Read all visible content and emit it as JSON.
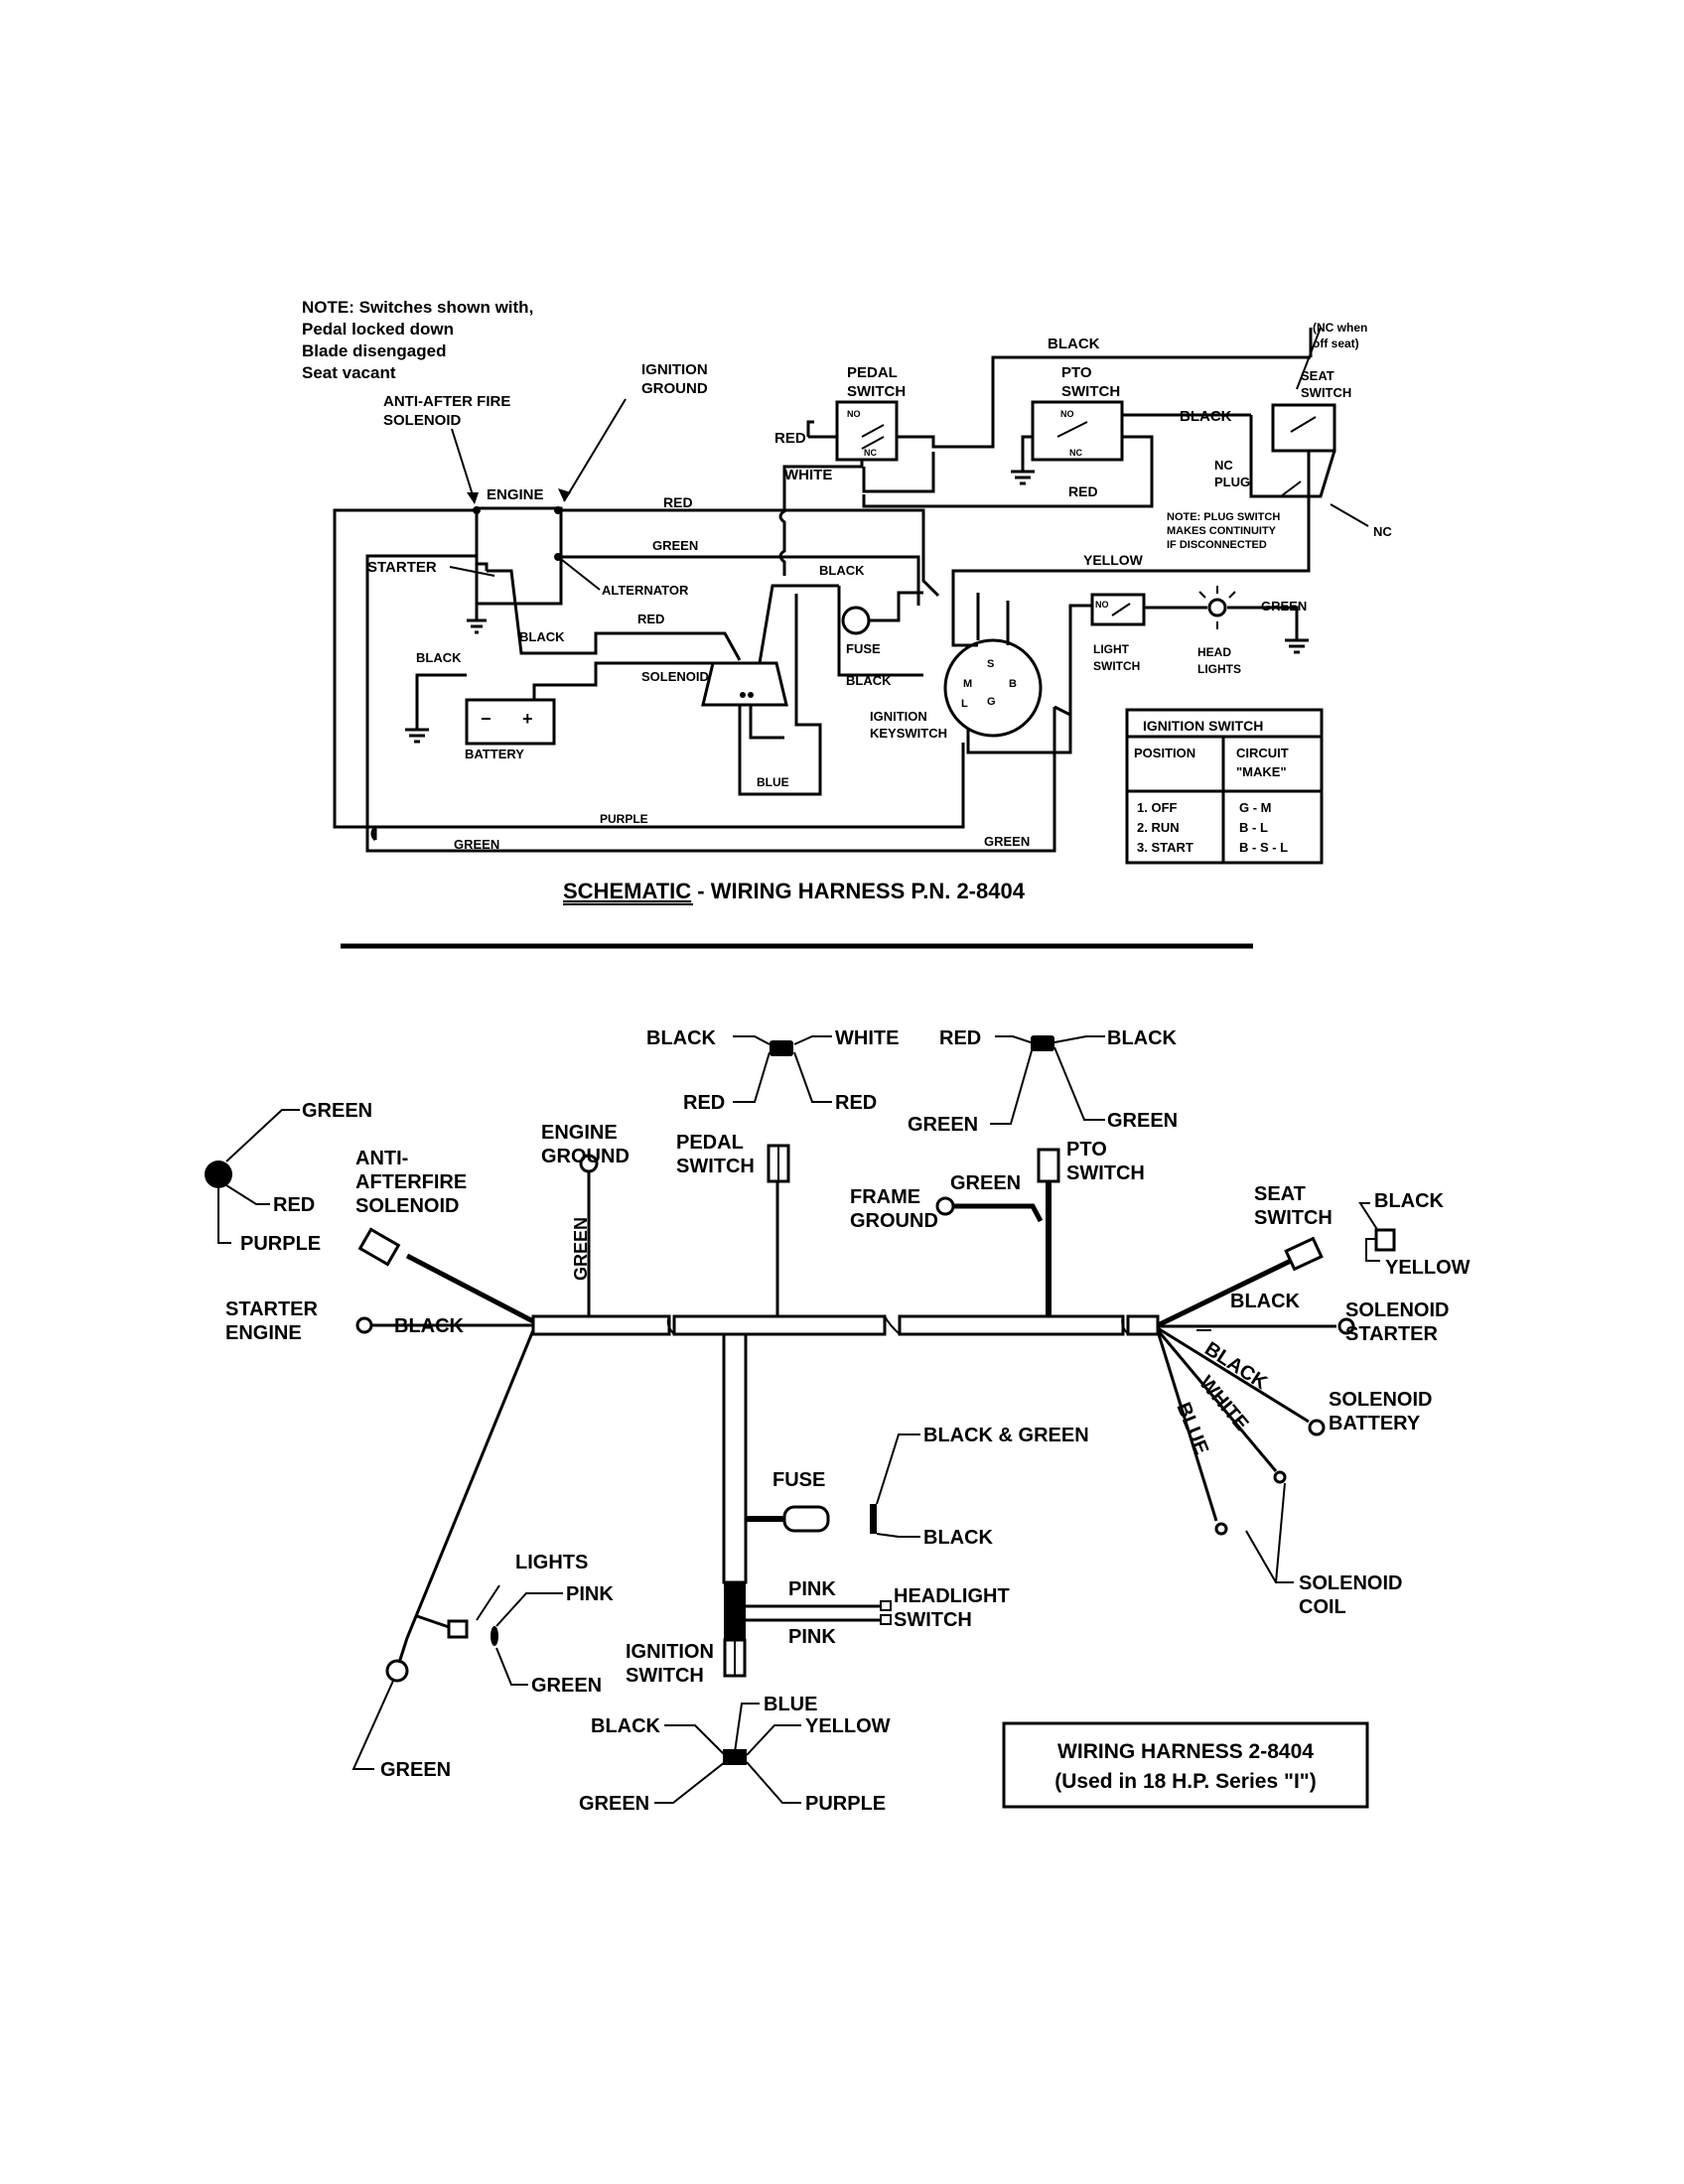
{
  "schematic": {
    "note": {
      "line1": "NOTE: Switches shown with,",
      "line2": "Pedal locked down",
      "line3": "Blade disengaged",
      "line4": "Seat vacant"
    },
    "labels": {
      "anti_after_fire_1": "ANTI-AFTER FIRE",
      "anti_after_fire_2": "SOLENOID",
      "ignition_ground_1": "IGNITION",
      "ignition_ground_2": "GROUND",
      "engine": "ENGINE",
      "starter": "STARTER",
      "alternator": "ALTERNATOR",
      "battery": "BATTERY",
      "battery_minus": "−",
      "battery_plus": "+",
      "solenoid": "SOLENOID",
      "fuse": "FUSE",
      "ignition_keyswitch_1": "IGNITION",
      "ignition_keyswitch_2": "KEYSWITCH",
      "pedal_switch_1": "PEDAL",
      "pedal_switch_2": "SWITCH",
      "pto_switch_1": "PTO",
      "pto_switch_2": "SWITCH",
      "seat_switch_1": "SEAT",
      "seat_switch_2": "SWITCH",
      "nc_when_1": "(NC when",
      "nc_when_2": "off seat)",
      "nc_plug_1": "NC",
      "nc_plug_2": "PLUG",
      "nc_side": "NC",
      "plug_note_1": "NOTE: PLUG SWITCH",
      "plug_note_2": "MAKES CONTINUITY",
      "plug_note_3": "IF DISCONNECTED",
      "light_switch_1": "LIGHT",
      "light_switch_2": "SWITCH",
      "head_lights_1": "HEAD",
      "head_lights_2": "LIGHTS",
      "no": "NO",
      "nc": "NC",
      "term_s": "S",
      "term_m": "M",
      "term_b": "B",
      "term_g": "G",
      "term_l": "L"
    },
    "wire_labels": {
      "black_top": "BLACK",
      "black_seat": "BLACK",
      "red_pedal": "RED",
      "white": "WHITE",
      "red_pto": "RED",
      "red_main": "RED",
      "green_main": "GREEN",
      "black_fuse": "BLACK",
      "yellow": "YELLOW",
      "black_starter": "BLACK",
      "red_solenoid": "RED",
      "black_battery": "BLACK",
      "black_key": "BLACK",
      "green_light": "GREEN",
      "blue": "BLUE",
      "purple": "PURPLE",
      "green_bottom": "GREEN",
      "green_right": "GREEN"
    },
    "ignition_table": {
      "title": "IGNITION SWITCH",
      "col_position": "POSITION",
      "col_circuit_1": "CIRCUIT",
      "col_circuit_2": "\"MAKE\"",
      "rows": [
        {
          "position": "1. OFF",
          "circuit": "G - M"
        },
        {
          "position": "2. RUN",
          "circuit": "B - L"
        },
        {
          "position": "3. START",
          "circuit": "B - S - L"
        }
      ]
    },
    "caption_part1": "SCHEMATIC",
    "caption_part2": " - WIRING HARNESS P.N. 2-8404"
  },
  "harness": {
    "connector_top1": {
      "a": "BLACK",
      "b": "WHITE",
      "c": "RED",
      "d": "RED"
    },
    "connector_top2": {
      "a": "RED",
      "b": "BLACK",
      "c": "GREEN",
      "d": "GREEN"
    },
    "left_connector": {
      "a": "GREEN",
      "b": "RED",
      "c": "PURPLE"
    },
    "anti_afterfire": {
      "l1": "ANTI-",
      "l2": "AFTERFIRE",
      "l3": "SOLENOID"
    },
    "engine_ground": {
      "l1": "ENGINE",
      "l2": "GROUND",
      "wire": "GREEN"
    },
    "pedal_switch": {
      "l1": "PEDAL",
      "l2": "SWITCH"
    },
    "frame_ground": {
      "l1": "FRAME",
      "l2": "GROUND",
      "wire": "GREEN"
    },
    "pto_switch": {
      "l1": "PTO",
      "l2": "SWITCH"
    },
    "seat_switch": {
      "l1": "SEAT",
      "l2": "SWITCH",
      "black": "BLACK",
      "yellow": "YELLOW"
    },
    "starter_engine": {
      "l1": "STARTER",
      "l2": "ENGINE",
      "wire": "BLACK"
    },
    "solenoid_starter": {
      "wire": "BLACK",
      "l1": "SOLENOID",
      "l2": "STARTER"
    },
    "solenoid_battery": {
      "wire": "BLACK",
      "l1": "SOLENOID",
      "l2": "BATTERY"
    },
    "white": "WHITE",
    "blue": "BLUE",
    "solenoid_coil": {
      "l1": "SOLENOID",
      "l2": "COIL"
    },
    "fuse": {
      "label": "FUSE",
      "a": "BLACK & GREEN",
      "b": "BLACK"
    },
    "headlight": {
      "pink1": "PINK",
      "pink2": "PINK",
      "l1": "HEADLIGHT",
      "l2": "SWITCH"
    },
    "lights": {
      "label": "LIGHTS",
      "pink": "PINK",
      "green": "GREEN"
    },
    "ground_green": "GREEN",
    "ignition_switch": {
      "l1": "IGNITION",
      "l2": "SWITCH"
    },
    "ignition_connector": {
      "blue": "BLUE",
      "black": "BLACK",
      "yellow": "YELLOW",
      "green": "GREEN",
      "purple": "PURPLE"
    },
    "title_box": {
      "line1": "WIRING HARNESS 2-8404",
      "line2": "(Used in 18 H.P. Series \"I\")"
    }
  }
}
